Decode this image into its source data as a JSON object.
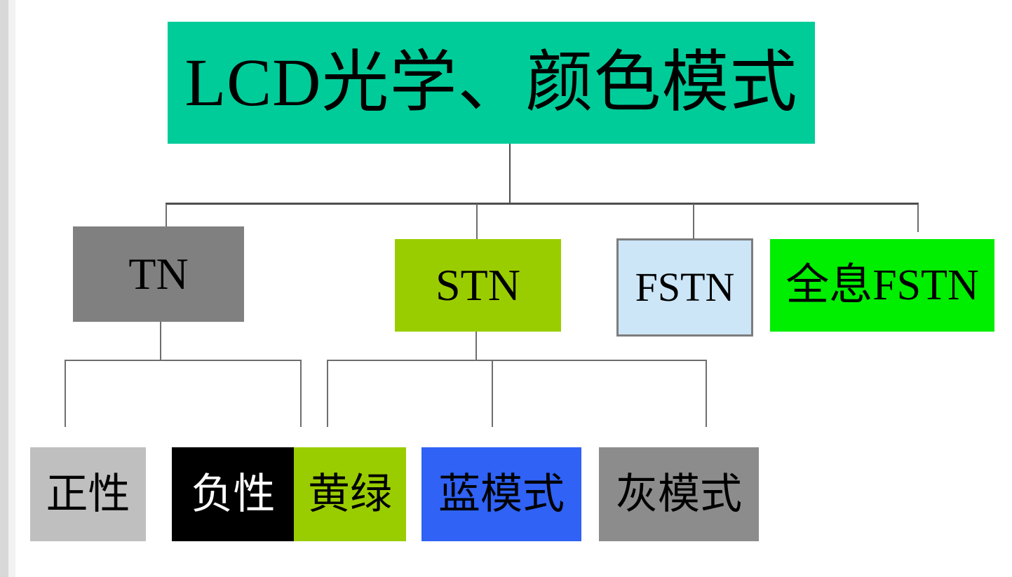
{
  "diagram": {
    "title": "LCD光学、颜色模式",
    "root": {
      "label": "LCD光学、颜色模式",
      "color": "#00CC99"
    },
    "level2": [
      {
        "label": "TN",
        "color": "#808080",
        "text_color": "#000000"
      },
      {
        "label": "STN",
        "color": "#9ACD00",
        "text_color": "#000000"
      },
      {
        "label": "FSTN",
        "color": "#CCE6F7",
        "text_color": "#000000",
        "border": "#7D7D7D"
      },
      {
        "label": "全息FSTN",
        "color": "#00EE00",
        "text_color": "#000000"
      }
    ],
    "level3": [
      {
        "label": "正性",
        "parent": "TN",
        "color": "#BFBFBF",
        "text_color": "#000000"
      },
      {
        "label": "负性",
        "parent": "TN",
        "color": "#000000",
        "text_color": "#FFFFFF"
      },
      {
        "label": "黄绿",
        "parent": "STN",
        "color": "#9ACD00",
        "text_color": "#000000"
      },
      {
        "label": "蓝模式",
        "parent": "STN",
        "color": "#2F62F5",
        "text_color": "#000000"
      },
      {
        "label": "灰模式",
        "parent": "STN",
        "color": "#8C8C8C",
        "text_color": "#000000"
      }
    ],
    "connector_color": "#595959",
    "background": "#FFFFFF"
  }
}
